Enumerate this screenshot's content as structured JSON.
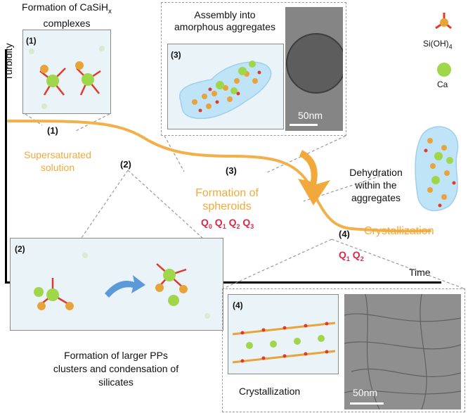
{
  "axes": {
    "y_label": "Turbidity",
    "x_label": "Time"
  },
  "top_left": {
    "title_line1": "Formation of CaSiH",
    "title_sub": "x",
    "title_line2": "complexes",
    "tag": "(1)"
  },
  "top_right": {
    "title_line1": "Assembly into",
    "title_line2": "amorphous aggregates",
    "tag": "(3)",
    "scale": "50nm"
  },
  "legend": {
    "si_label": "Si(OH)",
    "si_sub": "4",
    "ca_label": "Ca"
  },
  "curve_labels": {
    "p1": "(1)",
    "p2": "(2)",
    "p3": "(3)",
    "p4": "(4)",
    "supersat_1": "Supersaturated",
    "supersat_2": "solution",
    "spheroid_1": "Formation of",
    "spheroid_2": "spheroids",
    "q_set_1": [
      "Q0",
      "Q1",
      "Q2",
      "Q3"
    ],
    "crystallization": "Crystallization",
    "q_set_2": [
      "Q1",
      "Q2"
    ]
  },
  "dehydration": {
    "line1": "Dehydration",
    "line2": "within the",
    "line3": "aggregates"
  },
  "bottom_left": {
    "tag": "(2)",
    "caption_1": "Formation of larger PPs",
    "caption_2": "clusters and condensation of",
    "caption_3": "silicates"
  },
  "bottom_right": {
    "tag": "(4)",
    "caption": "Crystallization",
    "scale": "50nm"
  },
  "colors": {
    "curve": "#f2b04a",
    "q_labels": "#d8294a",
    "si": "#e8a43a",
    "ca": "#9fd64a",
    "oxygen": "#e03a2c",
    "blob": "#bfe3f7",
    "arrow": "#f2a93b",
    "blue_arrow": "#5b9ad8"
  }
}
